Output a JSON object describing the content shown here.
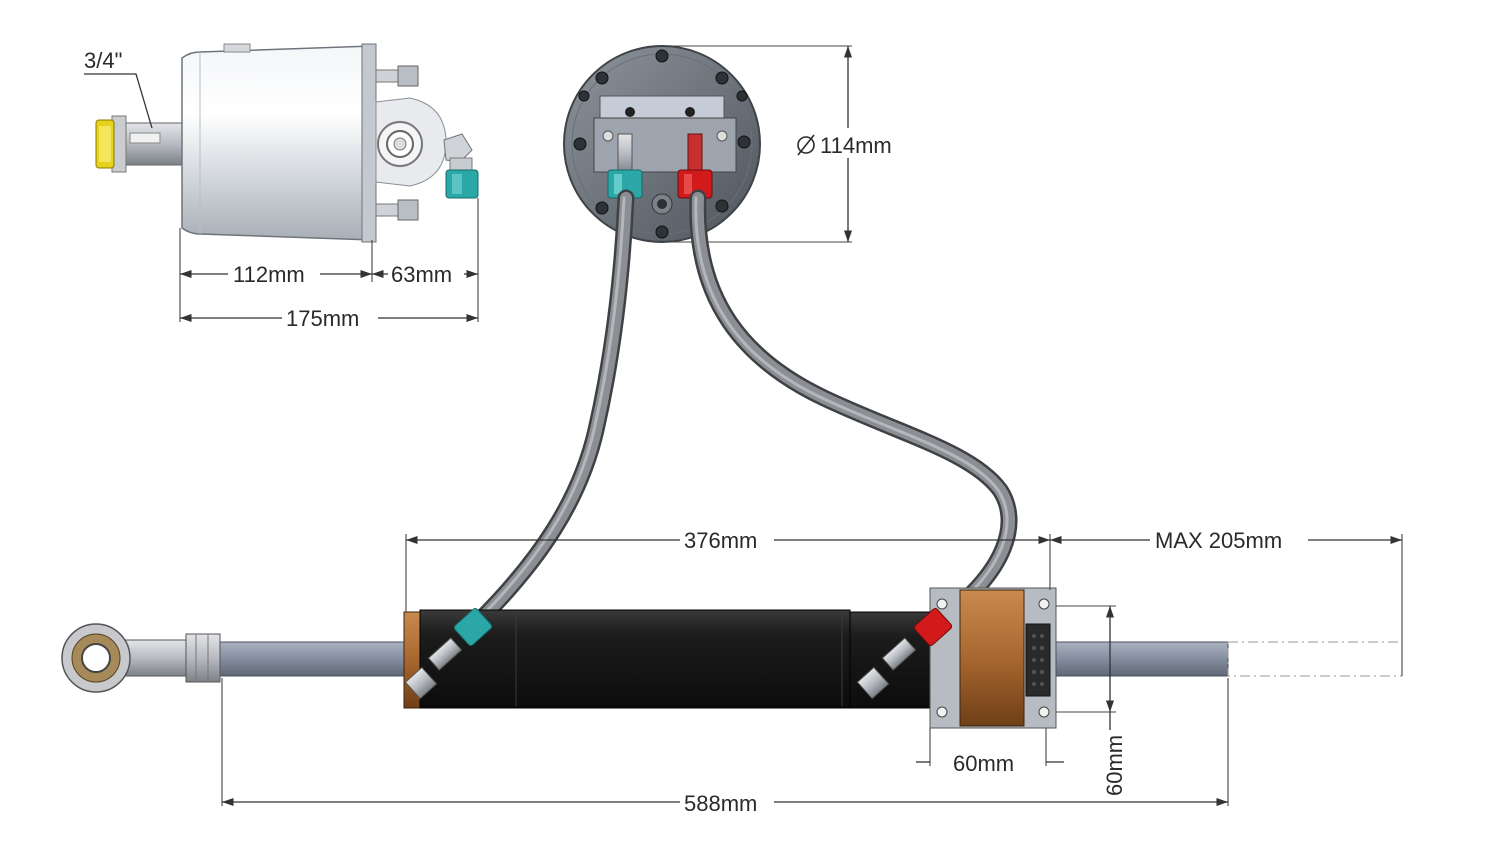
{
  "diagram": {
    "labels": {
      "shaft_size": "3/4\"",
      "pump_body_length": "112mm",
      "pump_valve_length": "63mm",
      "pump_total_length": "175mm",
      "pump_diameter": "114mm",
      "cylinder_length": "376mm",
      "max_stroke": "MAX 205mm",
      "mount_width": "60mm",
      "mount_height": "60mm",
      "total_length": "588mm"
    },
    "colors": {
      "hose": "#7b7d80",
      "fitting_port_a": "#2aa7a6",
      "fitting_port_b": "#d21a1a",
      "cylinder_body": "#1f1f1f",
      "end_cap": "#b8773f",
      "pump_body": "#d9dde2",
      "rod": "#8b93a3"
    }
  }
}
